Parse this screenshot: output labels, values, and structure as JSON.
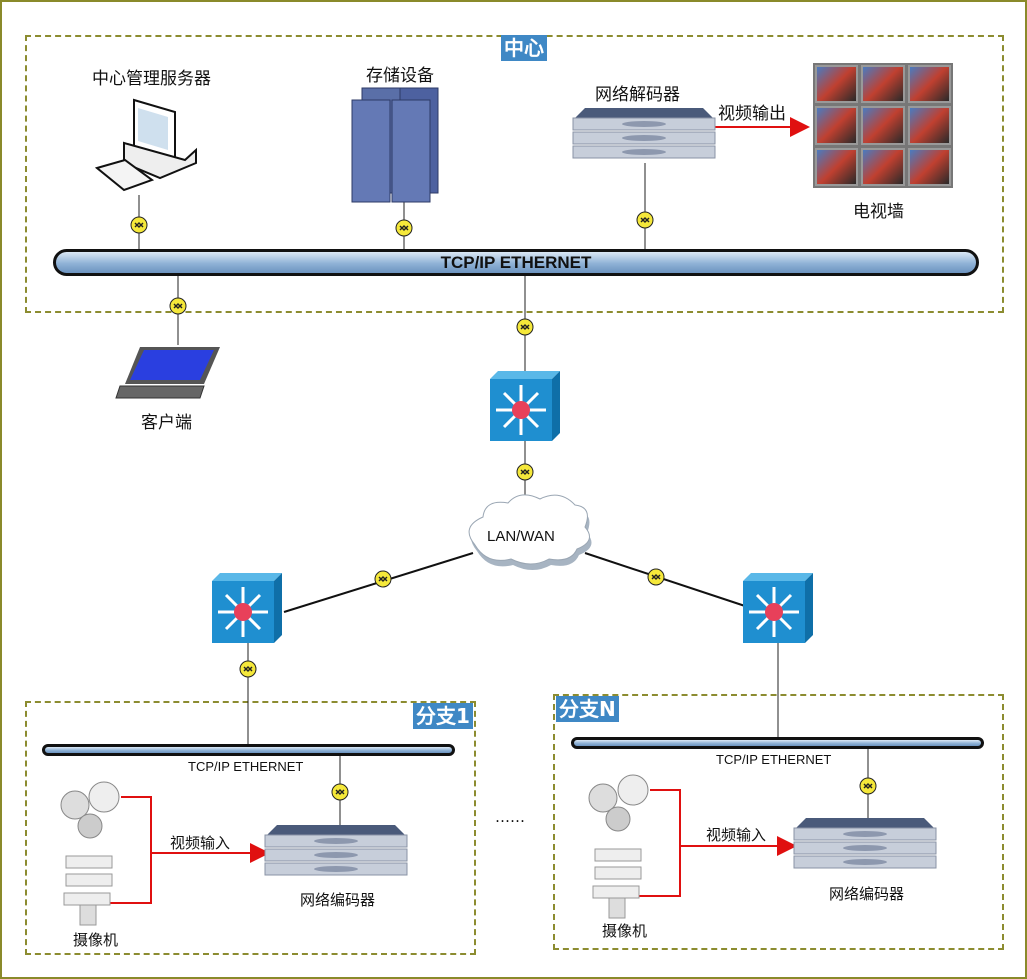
{
  "diagram": {
    "zones": {
      "center": {
        "label": "中心"
      },
      "branch1": {
        "label": "分支1"
      },
      "branchN": {
        "label": "分支N"
      }
    },
    "backbone": {
      "label": "TCP/IP ETHERNET"
    },
    "branch_bus": {
      "label": "TCP/IP ETHERNET"
    },
    "devices": {
      "mgmt_server": {
        "label": "中心管理服务器",
        "icon": "desktop-computer-icon"
      },
      "storage": {
        "label": "存储设备",
        "icon": "server-tower-icon"
      },
      "decoder": {
        "label": "网络解码器",
        "icon": "rack-device-icon"
      },
      "tv_wall": {
        "label": "电视墙",
        "icon": "tv-wall-icon"
      },
      "client": {
        "label": "客户端",
        "icon": "laptop-icon"
      },
      "cloud": {
        "label": "LAN/WAN",
        "icon": "cloud-icon"
      },
      "encoder": {
        "label": "网络编码器",
        "icon": "rack-device-icon"
      },
      "camera": {
        "label": "摄像机",
        "icon": "camera-icon"
      }
    },
    "arrows": {
      "video_out": "视频输出",
      "video_in": "视频输入"
    },
    "ellipsis": "……",
    "colors": {
      "badge": "#3f88c5",
      "zone_border": "#8c8c30",
      "arrow": "#e01010",
      "connector": "#f5e83a",
      "switch": "#1f8fd0",
      "switch_core": "#e8405a"
    }
  }
}
